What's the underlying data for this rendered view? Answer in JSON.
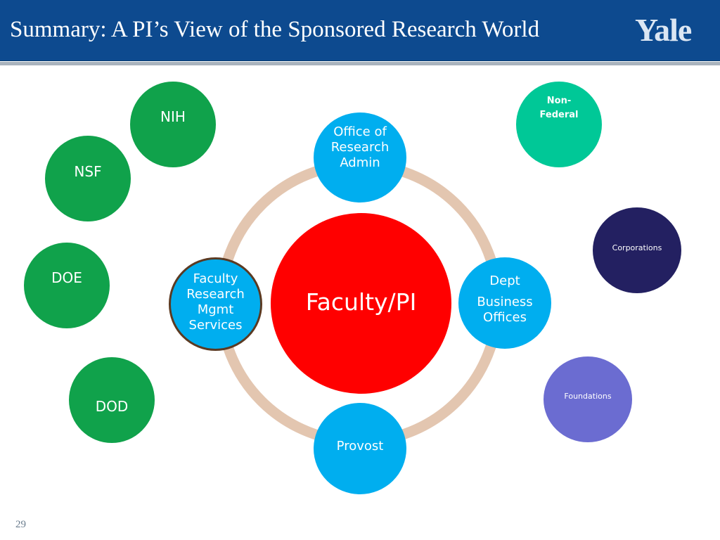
{
  "slide": {
    "title": "Summary: A PI’s View of the Sponsored Research World",
    "logo_text": "Yale",
    "page_number": "29"
  },
  "colors": {
    "header_bg": "#0d4a8f",
    "agency_green": "#10a24b",
    "office_blue": "#00aeef",
    "center_red": "#ff0000",
    "ring": "#e3c6b0",
    "non_federal": "#00c897",
    "corporations": "#232061",
    "foundations": "#6b6cd1"
  },
  "diagram": {
    "center": "Faculty/PI",
    "offices": {
      "top": "Office of Research Admin",
      "right_line1": "Dept",
      "right_line2": "Business Offices",
      "bottom": "Provost",
      "left": "Faculty Research Mgmt Services"
    },
    "federal_sponsors": [
      "NIH",
      "NSF",
      "DOE",
      "DOD"
    ],
    "other_sponsors": {
      "non_federal": "Non-Federal",
      "corporations": "Corporations",
      "foundations": "Foundations"
    }
  }
}
